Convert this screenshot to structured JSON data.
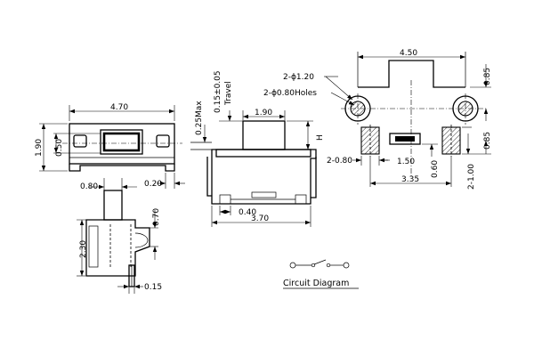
{
  "front_view": {
    "width": "4.70",
    "height": "1.90",
    "actuator_height": "0.50",
    "foot": "0.20",
    "actuator_width": "0.80"
  },
  "side_view": {
    "height": "2.30",
    "top": "0.70",
    "lead": "0.15"
  },
  "mid_view": {
    "travel_value": "0.15±0.05",
    "travel_label": "Travel",
    "max": "0.25Max",
    "button_width": "1.90",
    "h_label": "H",
    "gap": "0.40",
    "length": "3.70"
  },
  "pcb_layout": {
    "width": "4.50",
    "hole_large": "2-ϕ1.20",
    "hole_small": "2-ϕ0.80Holes",
    "top_offset": "0.85",
    "bottom_offset": "0.85",
    "pad_width": "2-0.80",
    "pad_gap": "1.50",
    "pad_spacing": "3.35",
    "pad_offset": "0.60",
    "pad_height": "2-1.00"
  },
  "circuit": {
    "caption": "Circuit Diagram"
  }
}
